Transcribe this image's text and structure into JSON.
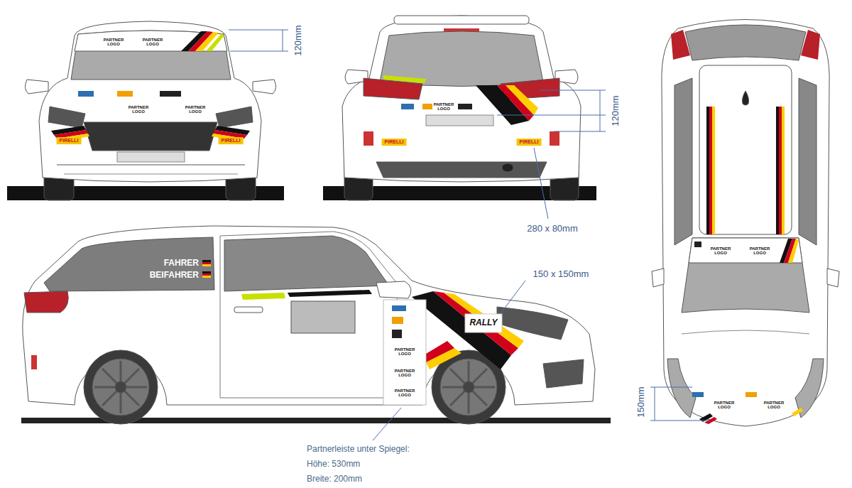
{
  "diagram": {
    "labels": [
      "120mm",
      "120mm",
      "280 x 80mm",
      "150 x 150mm",
      "150mm",
      "Partnerleiste unter Spiegel:",
      "Höhe: 530mm",
      "Breite: 200mm",
      "FAHRER",
      "BEIFAHRER",
      "PIRELLI",
      "PIRELLI",
      "PIRELLI",
      "PIRELLI",
      "RALLY",
      "PARTNER LOGO",
      "PARTNER LOGO",
      "PARTNER LOGO",
      "PARTNER LOGO",
      "PARTNER LOGO",
      "PARTNER LOGO",
      "PARTNER LOGO",
      "PARTNER LOGO",
      "PARTNER LOGO",
      "PARTNER LOGO",
      "PARTNER LOGO",
      "PARTNER LOGO"
    ]
  }
}
